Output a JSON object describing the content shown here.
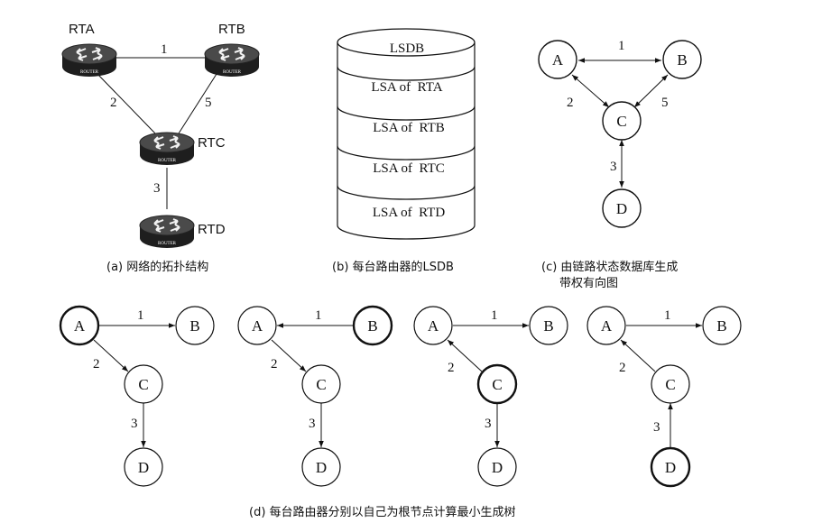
{
  "captions": {
    "a": "(a) 网络的拓扑结构",
    "b": "(b) 每台路由器的LSDB",
    "c1": "(c) 由链路状态数据库生成",
    "c2": "带权有向图",
    "d": "(d) 每台路由器分别以自己为根节点计算最小生成树"
  },
  "topology": {
    "routers": {
      "rta": "RTA",
      "rtb": "RTB",
      "rtc": "RTC",
      "rtd": "RTD"
    },
    "router_badge": "ROUTER",
    "links": {
      "ab": "1",
      "ac": "2",
      "bc": "5",
      "cd": "3"
    }
  },
  "lsdb": {
    "segments": [
      "LSDB",
      "LSA of  RTA",
      "LSA of  RTB",
      "LSA of  RTC",
      "LSA of  RTD"
    ]
  },
  "graph": {
    "nodes": {
      "a": "A",
      "b": "B",
      "c": "C",
      "d": "D"
    },
    "weights": {
      "ab": "1",
      "ac": "2",
      "bc": "5",
      "cd": "3"
    }
  },
  "trees": [
    {
      "nodes": {
        "a": "A",
        "b": "B",
        "c": "C",
        "d": "D"
      },
      "weights": {
        "ab": "1",
        "ac": "2",
        "cd": "3"
      }
    },
    {
      "nodes": {
        "a": "A",
        "b": "B",
        "c": "C",
        "d": "D"
      },
      "weights": {
        "ab": "1",
        "ac": "2",
        "cd": "3"
      }
    },
    {
      "nodes": {
        "a": "A",
        "b": "B",
        "c": "C",
        "d": "D"
      },
      "weights": {
        "ab": "1",
        "ac": "2",
        "cd": "3"
      }
    },
    {
      "nodes": {
        "a": "A",
        "b": "B",
        "c": "C",
        "d": "D"
      },
      "weights": {
        "ab": "1",
        "ac": "2",
        "cd": "3"
      }
    }
  ],
  "colors": {
    "ink": "#111111",
    "router_body": "#2a2a2a",
    "router_top": "#4a4a4a"
  }
}
